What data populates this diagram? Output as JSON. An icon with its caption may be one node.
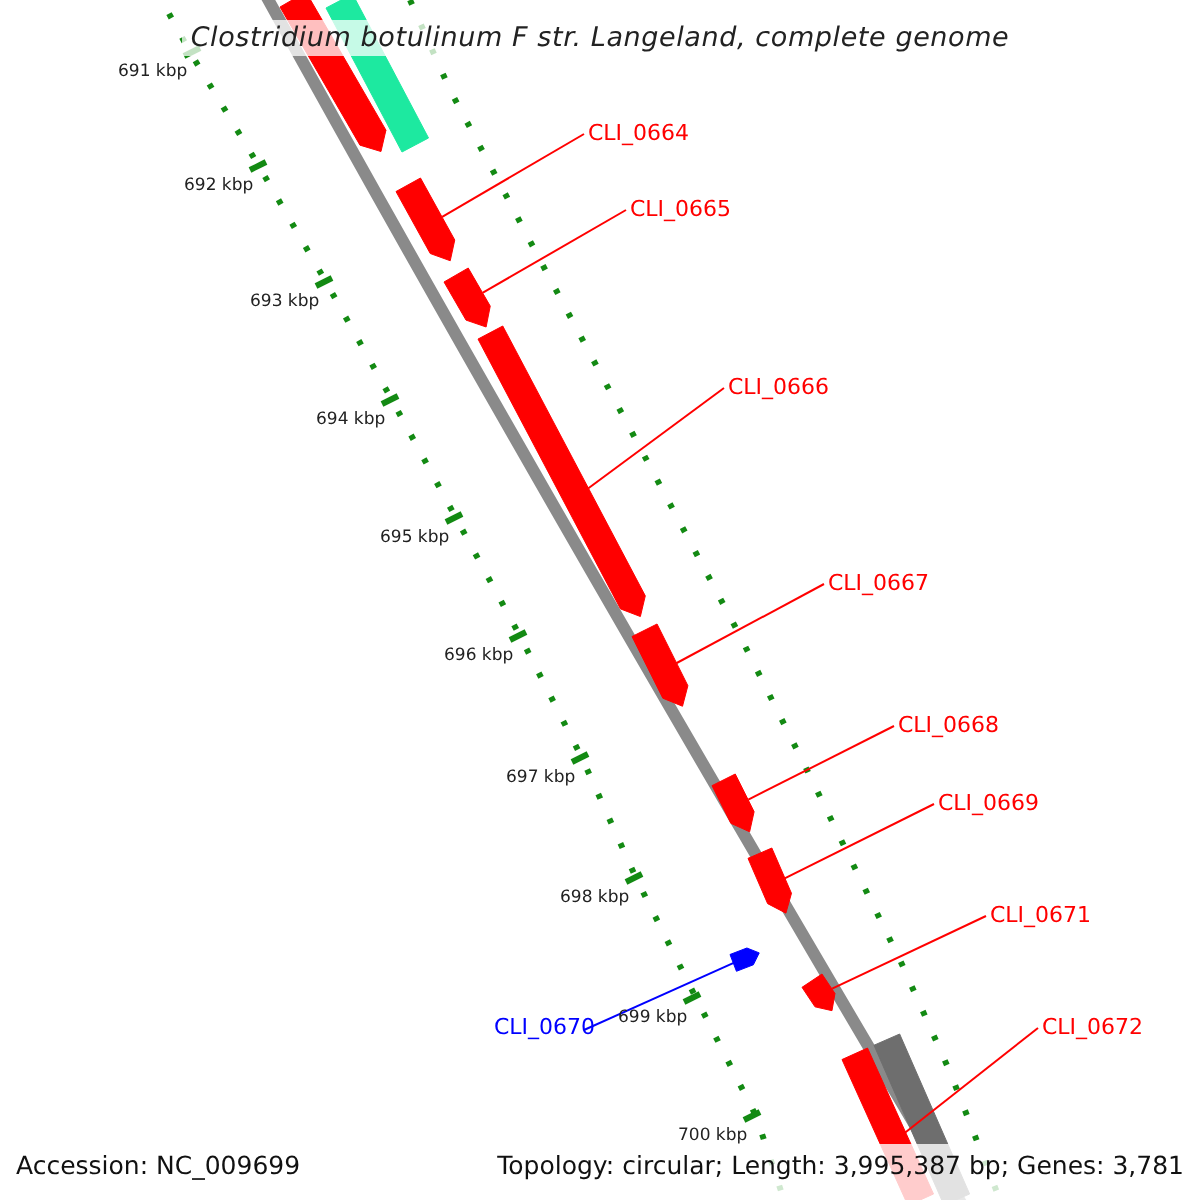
{
  "diagram": {
    "title": "Clostridium botulinum F str. Langeland, complete genome",
    "nodes": [
      {
        "text": [
          "CLI_0664"
        ]
      },
      {
        "text": [
          "CLI_0665"
        ]
      },
      {
        "text": [
          "CLI_0666"
        ]
      },
      {
        "text": [
          "CLI_0667"
        ]
      },
      {
        "text": [
          "CLI_0668"
        ]
      },
      {
        "text": [
          "CLI_0669"
        ]
      },
      {
        "text": [
          "CLI_0671"
        ]
      },
      {
        "text": [
          "CLI_0670"
        ]
      },
      {
        "text": [
          "CLI_0672"
        ]
      },
      {
        "text": [],
        "shape": "arrow"
      },
      {
        "text": [],
        "shape": "arrow"
      },
      {
        "text": [],
        "shape": "arrow"
      },
      {
        "text": [],
        "shape": "arrow"
      },
      {
        "text": [],
        "shape": "arrow"
      },
      {
        "text": [],
        "shape": "arrow"
      },
      {
        "text": [],
        "shape": "arrow"
      },
      {
        "text": [],
        "shape": "arrow"
      },
      {
        "text": [],
        "shape": "arrow"
      },
      {
        "text": [],
        "shape": "arrow"
      },
      {
        "text": [],
        "shape": "arrow"
      },
      {
        "text": [],
        "shape": "arrow"
      }
    ],
    "edges": [
      {
        "from": 0,
        "to": 11,
        "arrow": "none"
      },
      {
        "from": 1,
        "to": 12,
        "arrow": "none"
      },
      {
        "from": 2,
        "to": 13,
        "arrow": "none"
      },
      {
        "from": 3,
        "to": 14,
        "arrow": "none"
      },
      {
        "from": 4,
        "to": 15,
        "arrow": "none"
      },
      {
        "from": 5,
        "to": 16,
        "arrow": "none"
      },
      {
        "from": 6,
        "to": 18,
        "arrow": "none"
      },
      {
        "from": 7,
        "to": 17,
        "arrow": "none",
        "color": "#0000ff"
      },
      {
        "from": 8,
        "to": 19,
        "arrow": "none"
      }
    ],
    "labels": [
      "691 kbp",
      "692 kbp",
      "693 kbp",
      "694 kbp",
      "695 kbp",
      "696 kbp",
      "697 kbp",
      "698 kbp",
      "699 kbp",
      "700 kbp",
      "Accession: NC_009699",
      "Topology: circular; Length: 3,995,387 bp; Genes: 3,781"
    ]
  }
}
